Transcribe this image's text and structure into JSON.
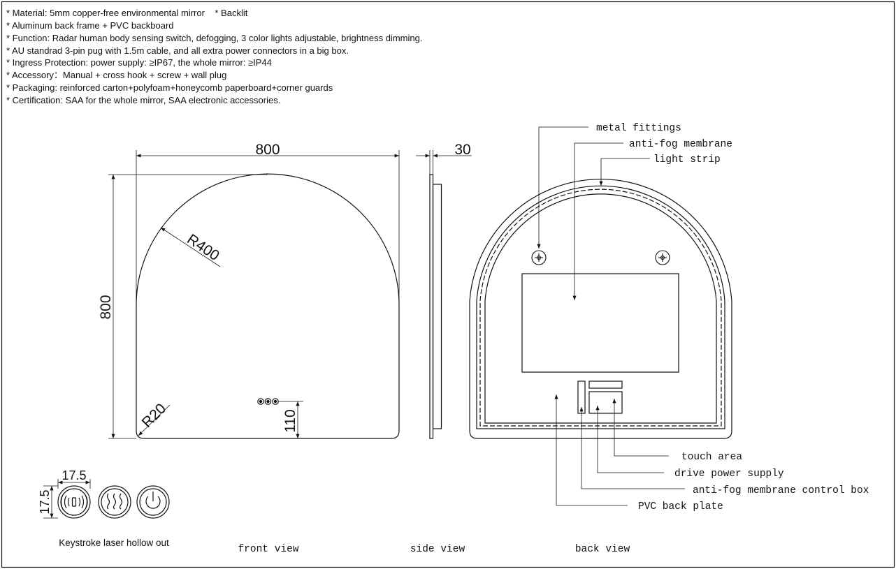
{
  "specs": [
    "* Material: 5mm copper-free environmental mirror    * Backlit",
    "* Aluminum back frame + PVC backboard",
    "* Function: Radar human body sensing switch, defogging, 3 color lights adjustable, brightness dimming.",
    "* AU standrad 3-pin pug with 1.5m cable, and all extra power connectors in a big box.",
    "* Ingress Protection: power supply: ≥IP67, the whole mirror: ≥IP44",
    "* Accessory：Manual + cross hook + screw + wall plug",
    "* Packaging: reinforced carton+polyfoam+honeycomb paperboard+corner guards",
    "* Certification: SAA for the whole mirror, SAA electronic accessories."
  ],
  "front": {
    "width": "800",
    "height": "800",
    "radius_top": "R400",
    "radius_corner": "R20",
    "button_height": "110",
    "caption": "front view"
  },
  "side": {
    "depth": "30",
    "caption": "side view"
  },
  "back": {
    "caption": "back view",
    "labels": {
      "metal_fittings": "metal fittings",
      "anti_fog_membrane": "anti-fog membrane",
      "light_strip": "light strip",
      "touch_area": "touch area",
      "drive_power_supply": "drive power supply",
      "anti_fog_control_box": "anti-fog membrane control box",
      "pvc_back_plate": "PVC back plate"
    }
  },
  "keys": {
    "size_w": "17.5",
    "size_h": "17.5",
    "caption": "Keystroke laser hollow out",
    "icons": [
      "radar-sensor-icon",
      "defog-icon",
      "power-icon"
    ]
  }
}
